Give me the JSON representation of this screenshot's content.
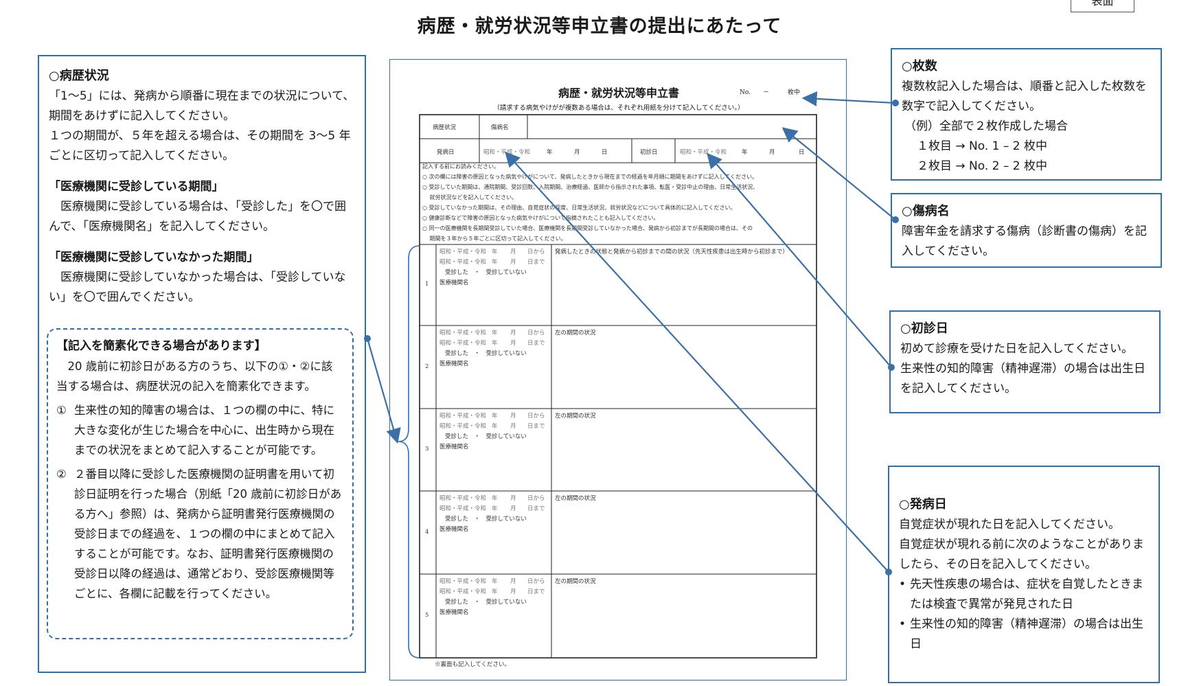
{
  "corner_tag": "表面",
  "title": "病歴・就労状況等申立書の提出にあたって",
  "left": {
    "h1": "○病歴状況",
    "p1": "「1～5」には、発病から順番に現在までの状況について、期間をあけずに記入してください。",
    "p2": "１つの期間が、５年を超える場合は、その期間を 3～5 年ごとに区切って記入してください。",
    "h2": "「医療機関に受診している期間」",
    "p3": "医療機関に受診している場合は、「受診した」を〇で囲んで、「医療機関名」を記入してください。",
    "h3": "「医療機関に受診していなかった期間」",
    "p4": "医療機関に受診していなかった場合は、「受診していない」を〇で囲んでください。",
    "simplify_title": "【記入を簡素化できる場合があります】",
    "simplify_intro": "20 歳前に初診日がある方のうち、以下の①・②に該当する場合は、病歴状況の記入を簡素化できます。",
    "item1_num": "①",
    "item1": "生来性の知的障害の場合は、１つの欄の中に、特に大きな変化が生じた場合を中心に、出生時から現在までの状況をまとめて記入することが可能です。",
    "item2_num": "②",
    "item2": "２番目以降に受診した医療機関の証明書を用いて初診日証明を行った場合（別紙「20 歳前に初診日がある方へ」参照）は、発病から証明書発行医療機関の受診日までの経過を、１つの欄の中にまとめて記入することが可能です。なお、証明書発行医療機関の受診日以降の経過は、通常どおり、受診医療機関等ごとに、各欄に記載を行ってください。"
  },
  "right": {
    "maisu_h": "○枚数",
    "maisu_p1": "複数枚記入した場合は、順番と記入した枚数を数字で記入してください。",
    "maisu_ex": "（例）全部で２枚作成した場合",
    "maisu_ex1": "１枚目 → No. 1 – 2 枚中",
    "maisu_ex2": "２枚目 → No. 2 – 2 枚中",
    "shobyo_h": "○傷病名",
    "shobyo_p": "障害年金を請求する傷病（診断書の傷病）を記入してください。",
    "shoshin_h": "○初診日",
    "shoshin_p1": "初めて診療を受けた日を記入してください。",
    "shoshin_p2": "生来性の知的障害（精神遅滞）の場合は出生日を記入してください。",
    "hatsubyo_h": "○発病日",
    "hatsubyo_p1": "自覚症状が現れた日を記入してください。",
    "hatsubyo_p2": "自覚症状が現れる前に次のようなことがありましたら、その日を記入してください。",
    "bullet": "•",
    "hatsubyo_b1": "先天性疾患の場合は、症状を自覚したときまたは検査で異常が発見された日",
    "hatsubyo_b2": "生来性の知的障害（精神遅滞）の場合は出生日"
  },
  "form": {
    "title": "病歴・就労状況等申立書",
    "no_label": "No.　　－　　　枚中",
    "subtitle": "（請求する病気やけがが複数ある場合は、それぞれ用紙を分けて記入してください。）",
    "byoreki": "病歴状況",
    "shobyomei": "傷病名",
    "hatsubyobi": "発病日",
    "era": "昭和・平成・令和",
    "ymd_y": "年",
    "ymd_m": "月",
    "ymd_d": "日",
    "shoshinbi": "初診日",
    "notes_head": "記入する前にお読みください。",
    "notes": [
      "○ 次の欄には障害の原因となった病気やけがについて、発病したときから現在までの経過を年月順に期間をあけずに記入してください。",
      "○ 受診していた期間は、通院期間、受診回数、入院期間、治療経過、医師から指示された事項、転医・受診中止の理由、日常生活状況、",
      "　 就労状況などを記入してください。",
      "○ 受診していなかった期間は、その理由、自覚症状の程度、日常生活状況、就労状況などについて具体的に記入してください。",
      "○ 健康診断などで障害の原因となった病気やけがについて指摘されたことも記入してください。",
      "○ 同一の医療機関を長期間受診していた場合、医療機関を長期間受診していなかった場合、発病から初診までが長期間の場合は、その",
      "　 期間を３年から５年ごとに区切って記入してください。"
    ],
    "row_from": "日から",
    "row_to": "日まで",
    "jushin": "受診した　・　受診していない",
    "iryokikan": "医療機関名",
    "first_status": "発病したときの状態と発病から初診までの間の状況（先天性疾患は出生時から初診まで）",
    "status": "左の期間の状況",
    "row_nums": [
      "1",
      "2",
      "3",
      "4",
      "5"
    ],
    "footer": "※裏面も記入してください。"
  },
  "colors": {
    "accent": "#2e6fae"
  }
}
